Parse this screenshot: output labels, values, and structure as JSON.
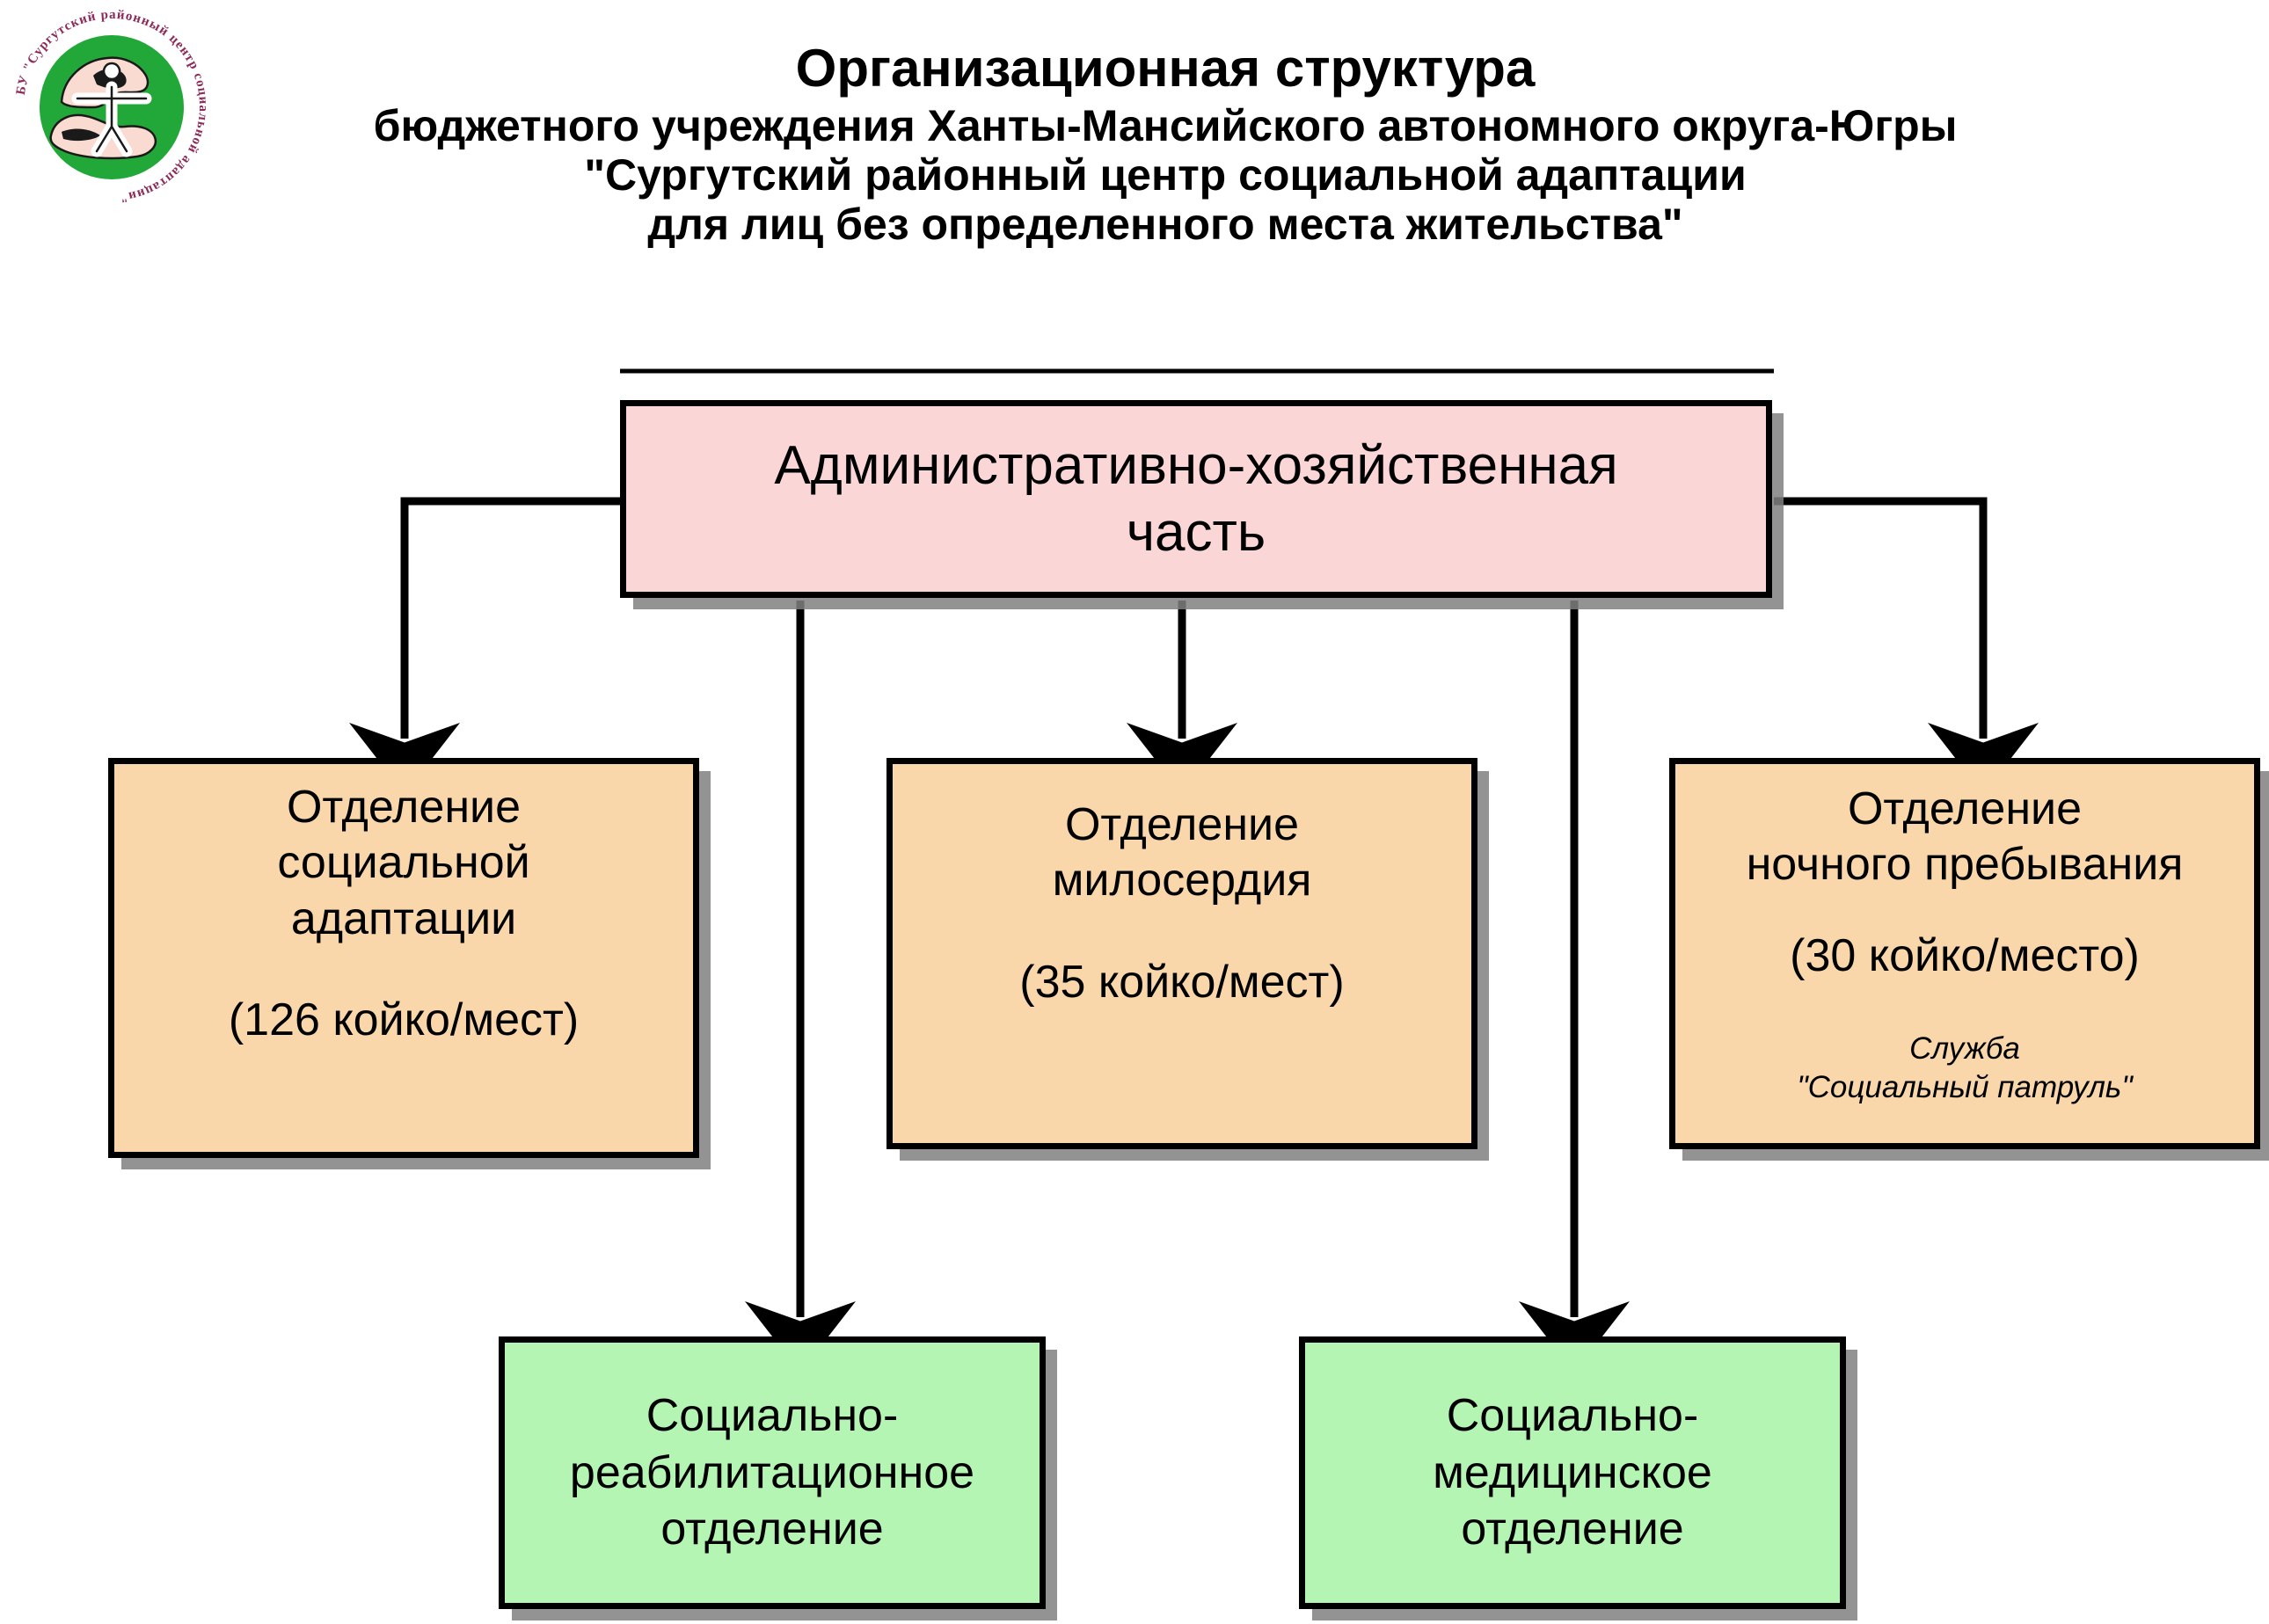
{
  "logo": {
    "name": "organization-emblem",
    "circle_color": "#22a838",
    "ring_text_color": "#8c2a5a",
    "ring_text": "БУ \"Сургутский районный центр социальной адаптации\""
  },
  "title": {
    "line1": "Организационная структура",
    "line2": "бюджетного учреждения Ханты-Мансийского автономного округа-Югры",
    "line3": "\"Сургутский районный центр социальной адаптации",
    "line4": "для лиц без определенного места жительства\""
  },
  "colors": {
    "admin_box": "#fbd6d6",
    "department_box": "#fad7ab",
    "service_box": "#b4f5b4",
    "border": "#000000",
    "shadow": "#808080"
  },
  "chart_data": {
    "type": "diagram",
    "title": "Организационная структура",
    "root": "Административно-хозяйственная часть",
    "nodes": [
      {
        "id": "admin",
        "label": "Административно-хозяйственная часть",
        "level": 0,
        "color": "#fbd6d6"
      },
      {
        "id": "adapt",
        "label": "Отделение социальной адаптации",
        "capacity": "(126 койко/мест)",
        "level": 1,
        "color": "#fad7ab"
      },
      {
        "id": "mercy",
        "label": "Отделение милосердия",
        "capacity": "(35 койко/мест)",
        "level": 1,
        "color": "#fad7ab"
      },
      {
        "id": "night",
        "label": "Отделение ночного пребывания",
        "capacity": "(30 койко/место)",
        "note": "Служба \"Социальный патруль\"",
        "level": 1,
        "color": "#fad7ab"
      },
      {
        "id": "rehab",
        "label": "Социально-реабилитационное отделение",
        "level": 2,
        "color": "#b4f5b4"
      },
      {
        "id": "medical",
        "label": "Социально-медицинское отделение",
        "level": 2,
        "color": "#b4f5b4"
      }
    ],
    "edges": [
      {
        "from": "admin",
        "to": "adapt"
      },
      {
        "from": "admin",
        "to": "mercy"
      },
      {
        "from": "admin",
        "to": "night"
      },
      {
        "from": "admin",
        "to": "rehab"
      },
      {
        "from": "admin",
        "to": "medical"
      }
    ]
  },
  "nodes": {
    "admin": {
      "line1": "Административно-хозяйственная",
      "line2": "часть"
    },
    "adapt": {
      "line1": "Отделение",
      "line2": "социальной",
      "line3": "адаптации",
      "capacity": "(126 койко/мест)"
    },
    "mercy": {
      "line1": "Отделение",
      "line2": "милосердия",
      "capacity": "(35 койко/мест)"
    },
    "night": {
      "line1": "Отделение",
      "line2": "ночного пребывания",
      "capacity": "(30 койко/место)",
      "note1": "Служба",
      "note2": "\"Социальный патруль\""
    },
    "rehab": {
      "line1": "Социально-",
      "line2": "реабилитационное",
      "line3": "отделение"
    },
    "medical": {
      "line1": "Социально-",
      "line2": "медицинское",
      "line3": "отделение"
    }
  }
}
